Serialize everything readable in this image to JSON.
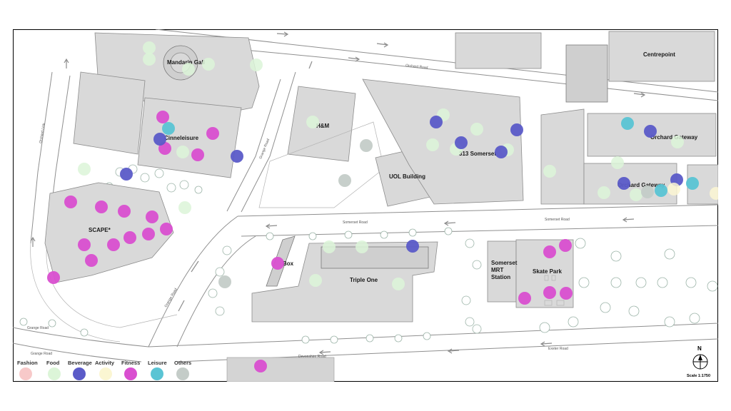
{
  "colors": {
    "fashion": "#f7c9c9",
    "food": "#dcf5d8",
    "beverage": "#5b5bc8",
    "activity": "#fbf6d2",
    "fitness": "#d94fd0",
    "leisure": "#5ac4d4",
    "others": "#c4ccc8",
    "building": "#d9d9d9",
    "road": "#8f8f8f"
  },
  "legend": [
    {
      "key": "fashion",
      "label": "Fashion"
    },
    {
      "key": "food",
      "label": "Food"
    },
    {
      "key": "beverage",
      "label": "Beverage"
    },
    {
      "key": "activity",
      "label": "Activity"
    },
    {
      "key": "fitness",
      "label": "Fitness"
    },
    {
      "key": "leisure",
      "label": "Leisure"
    },
    {
      "key": "others",
      "label": "Others"
    }
  ],
  "buildings": {
    "mandarin": "Mandarin Gall",
    "centrepoint": "Centrepoint",
    "hm": "H&M",
    "cineleisure": "Cinneleisure",
    "orchard_gateway_n": "Orchard Gateway",
    "somerset313": "313 Somerset",
    "uol": "UOL Building",
    "orchard_gateway_s": "Orchard Gateway",
    "scape": "SCAPE*",
    "box": "Box",
    "triple_one": "Triple One",
    "mrt_1": "Somerset",
    "mrt_2": "MRT",
    "mrt_3": "Station",
    "skate_park": "Skate Park"
  },
  "roads": {
    "orchard": "Orchard Road",
    "orchard_link": "Orchard Link",
    "grange_n": "Grange Road",
    "somerset_1": "Somerset Road",
    "somerset_2": "Somerset Road",
    "grange_diag": "Grange Road",
    "grange_1": "Grange Road",
    "grange_2": "Grange Road",
    "devonshire": "Devonshire Road",
    "exeter": "Exeter Road"
  },
  "compass": {
    "label": "N"
  },
  "scale": {
    "label": "Scale 1:1750"
  }
}
